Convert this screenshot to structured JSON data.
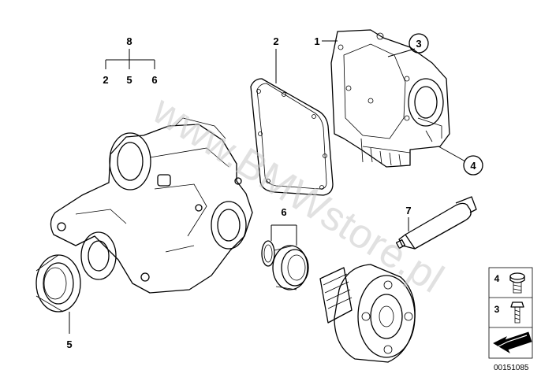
{
  "watermark": "www.BMWstore.pl",
  "diagram_code": "00151085",
  "callouts": {
    "kit": "8",
    "kit_a": "2",
    "kit_b": "5",
    "kit_c": "6",
    "cover_gasket": "2",
    "cover": "1",
    "cover_bolt": "3",
    "cover_plug": "4",
    "sealant": "7",
    "seal_ring": "6",
    "shaft_seal": "5"
  },
  "legend": {
    "plug": "4",
    "bolt": "3"
  }
}
